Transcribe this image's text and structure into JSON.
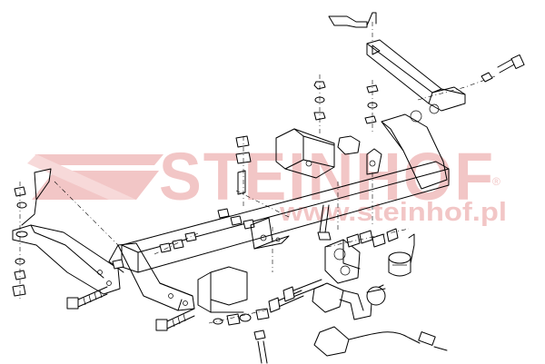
{
  "watermark": {
    "brand": "STEINHOF",
    "registered_mark": "®",
    "url": "www.steinhof.pl"
  },
  "diagram": {
    "type": "exploded-view technical line drawing",
    "line_color": "#000000",
    "watermark_color": "#f2c6c6",
    "icon_names": [
      "tow-bar-crossbeam",
      "mounting-bracket",
      "side-bracket",
      "bolt",
      "nut",
      "washer",
      "tow-ball",
      "socket-plate",
      "electrical-socket",
      "cable"
    ]
  }
}
